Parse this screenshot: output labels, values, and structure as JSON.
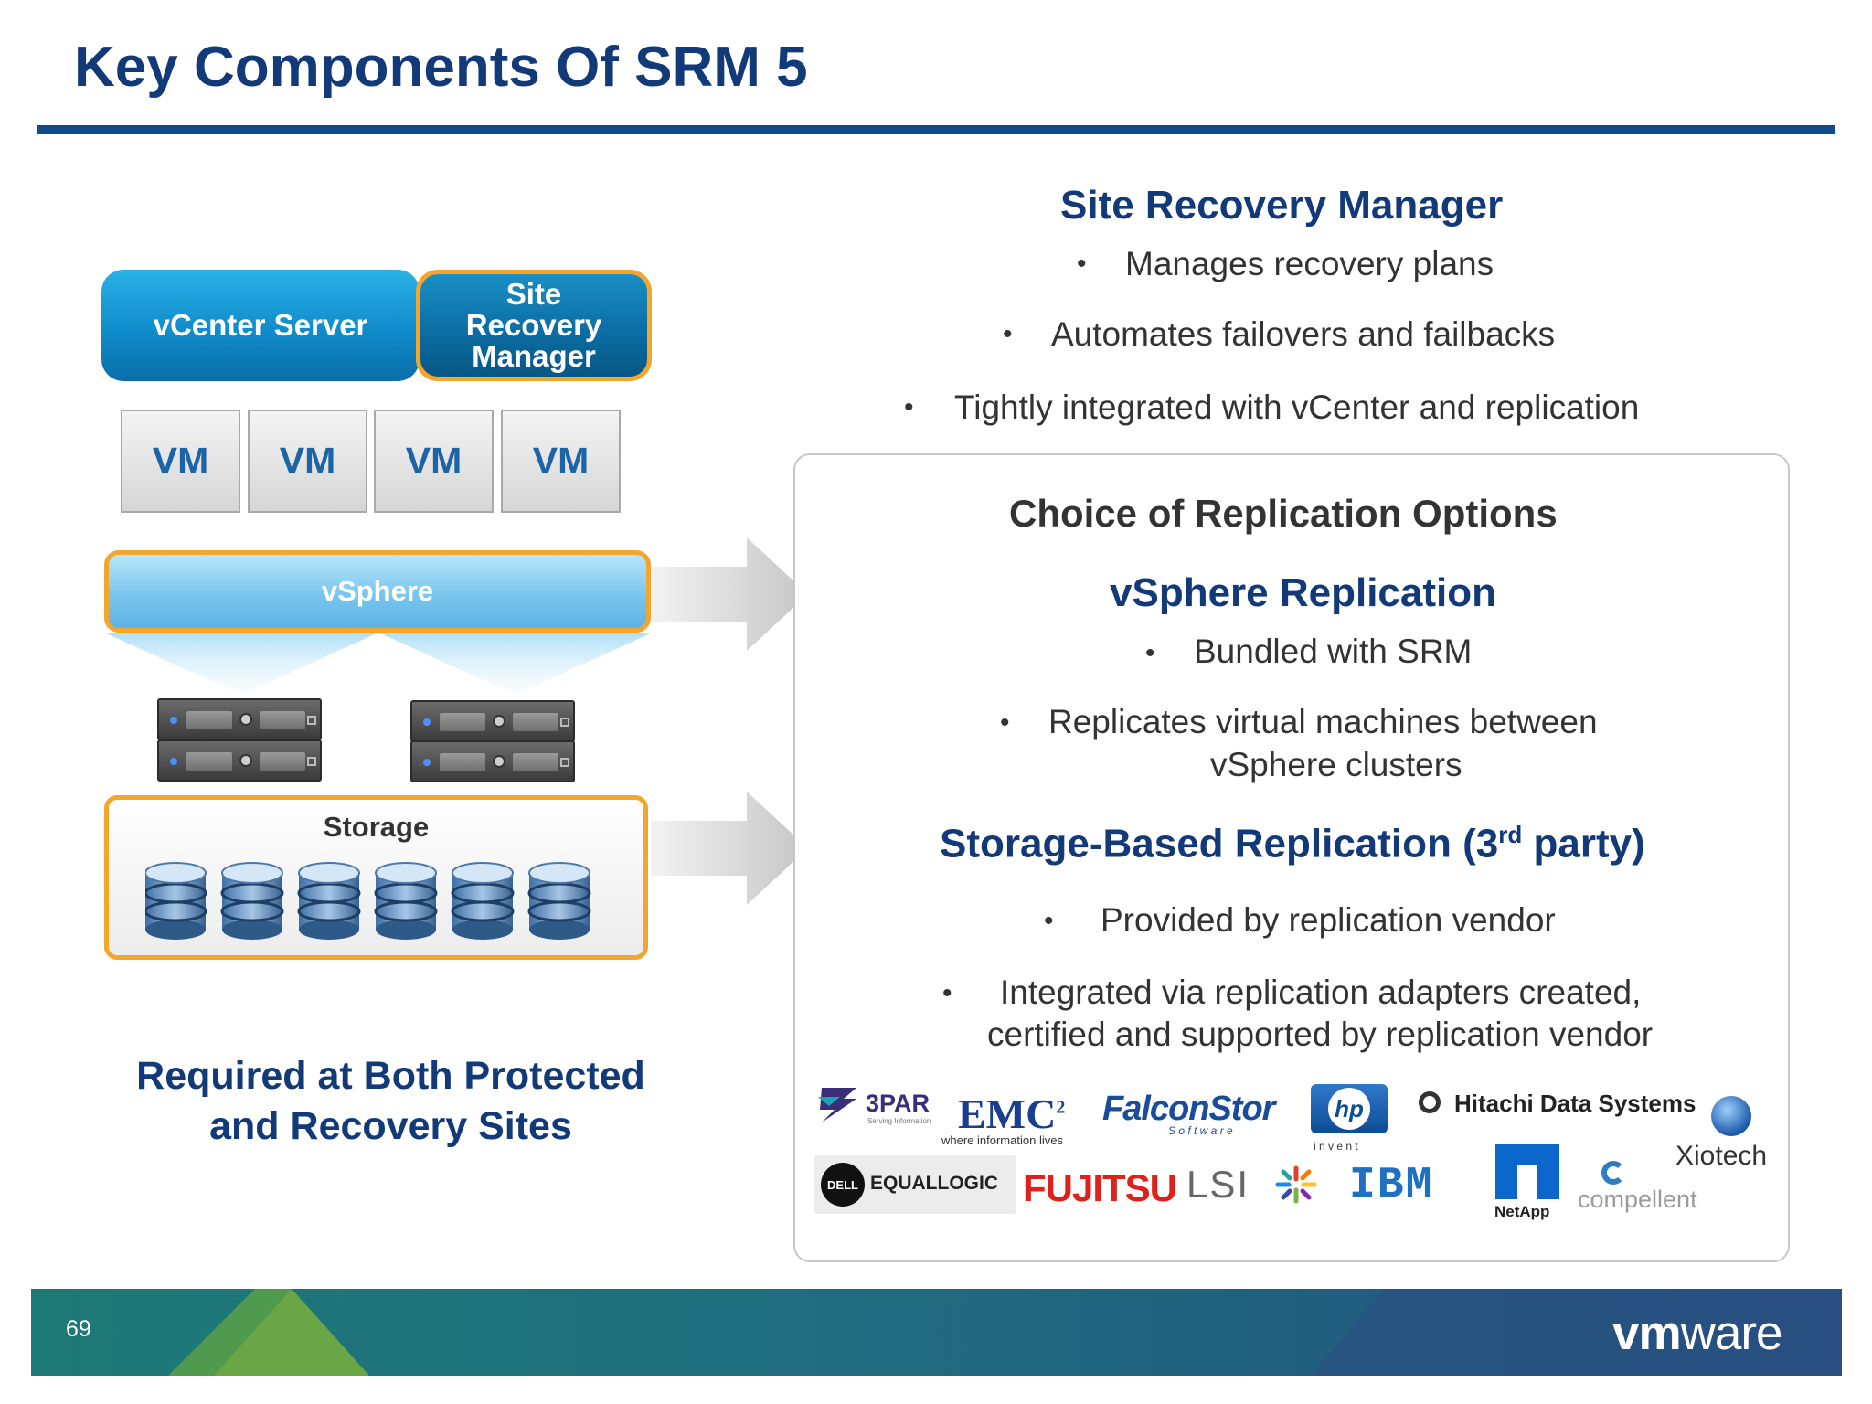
{
  "title": "Key Components Of SRM 5",
  "diagram": {
    "vcenter_label": "vCenter Server",
    "srm_label_lines": [
      "Site",
      "Recovery",
      "Manager"
    ],
    "vm_label": "VM",
    "vsphere_label": "vSphere",
    "storage_label": "Storage",
    "required_lines": [
      "Required at Both Protected",
      "and Recovery Sites"
    ],
    "colors": {
      "accent_orange": "#f3a52c",
      "title_blue": "#123a78"
    }
  },
  "srm": {
    "heading": "Site Recovery Manager",
    "bullets": [
      "Manages recovery plans",
      "Automates failovers and failbacks",
      "Tightly integrated with vCenter and replication"
    ]
  },
  "replication": {
    "heading": "Choice of Replication Options",
    "vsphere_replication": {
      "heading": "vSphere Replication",
      "bullets": [
        "Bundled with SRM",
        [
          "Replicates virtual machines between",
          "vSphere clusters"
        ]
      ]
    },
    "storage_replication": {
      "heading_main": "Storage-Based Replication (3",
      "heading_sup": "rd",
      "heading_end": " party)",
      "bullets": [
        "Provided by replication vendor",
        [
          "Integrated via replication adapters created,",
          "certified and supported by replication vendor"
        ]
      ]
    },
    "vendors": {
      "threepar": "3PAR",
      "threepar_sub": "Serving Information",
      "emc": "EMC",
      "emc_sup": "2",
      "emc_sub": "where information lives",
      "falconstor": "FalconStor",
      "falconstor_sub": "S o f t w a r e",
      "hp": "hp",
      "hp_sub": "i n v e n t",
      "hitachi": "Hitachi Data Systems",
      "xiotech": "Xiotech",
      "dell": "DELL",
      "equallogic": "EQUALLOGIC",
      "fujitsu": "FUJITSU",
      "lsi": "LSI",
      "ibm": "IBM",
      "netapp": "NetApp",
      "compellent": "compellent"
    }
  },
  "footer": {
    "page_number": "69",
    "logo_bold": "vm",
    "logo_light": "ware"
  }
}
